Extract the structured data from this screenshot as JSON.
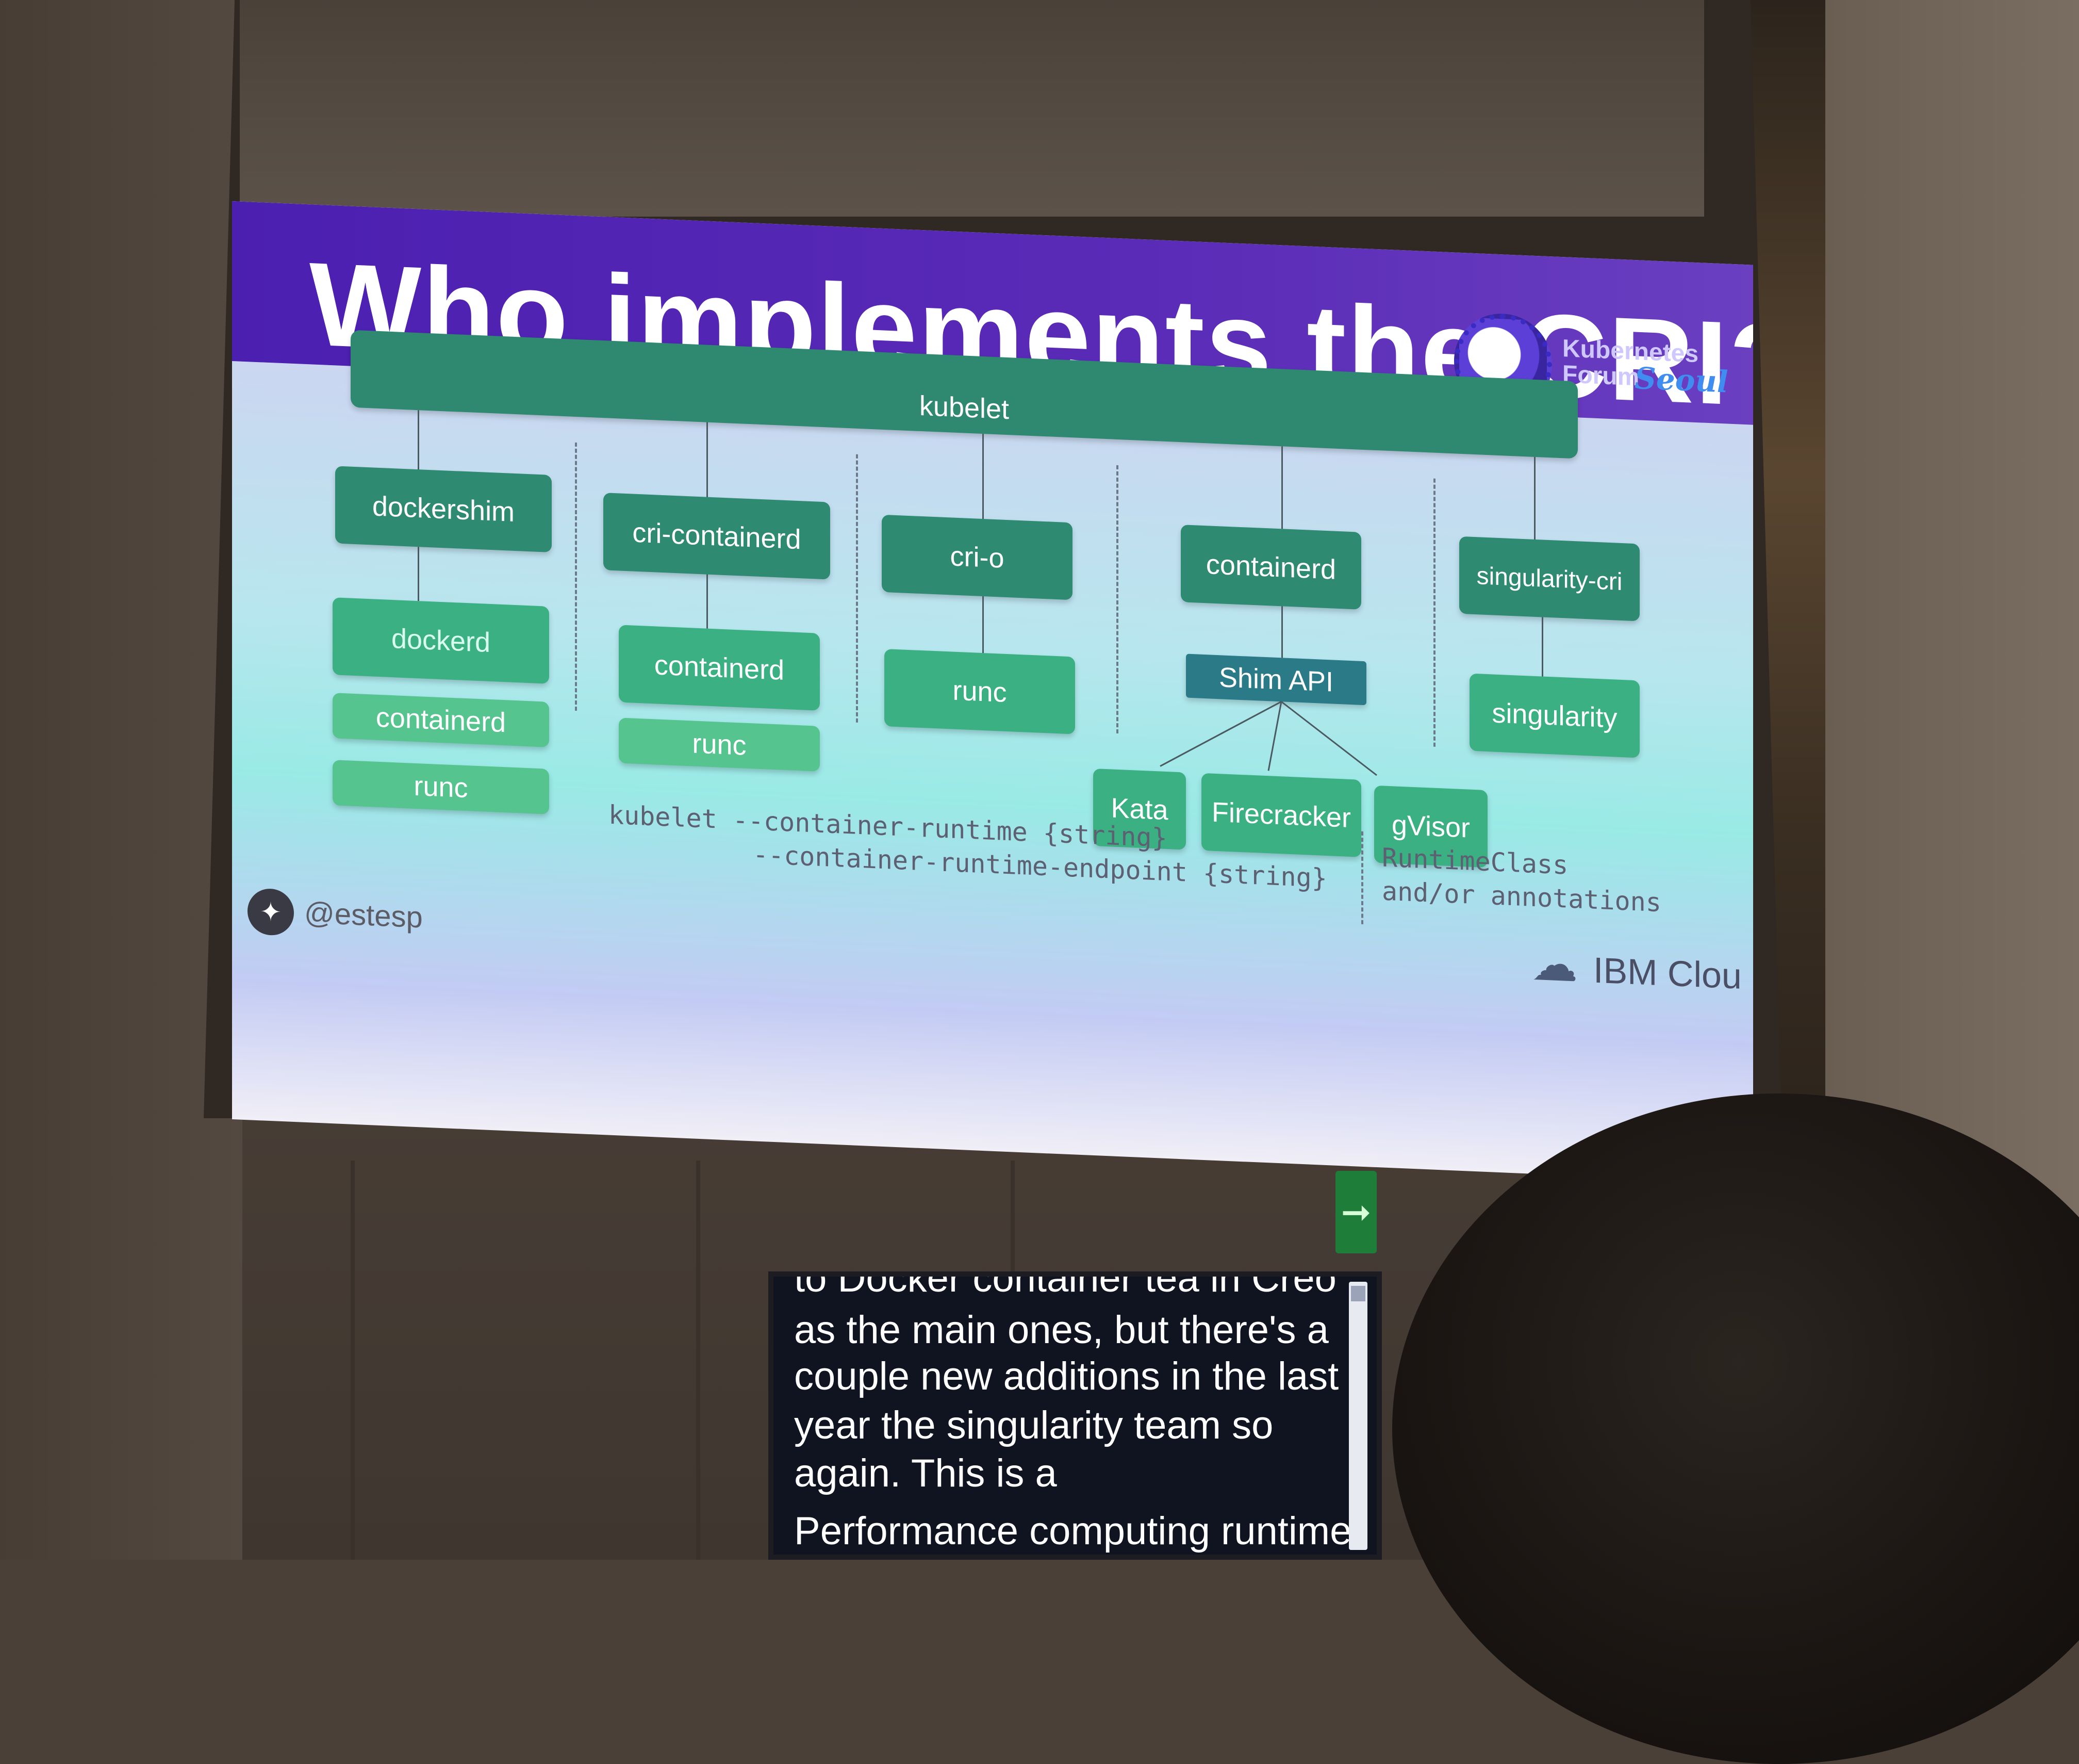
{
  "slide": {
    "title": "Who implements the CRI?",
    "conference": {
      "line1": "Kubernetes",
      "line2": "Forum",
      "city": "Seoul"
    },
    "kubelet": "kubelet",
    "columns": [
      {
        "top": "dockershim",
        "mid": "dockerd",
        "extra": [
          "containerd",
          "runc"
        ]
      },
      {
        "top": "cri-containerd",
        "mid": "containerd",
        "extra": [
          "runc"
        ]
      },
      {
        "top": "cri-o",
        "mid": "runc",
        "extra": []
      },
      {
        "top": "containerd",
        "mid": "Shim API",
        "extra": [
          "Kata",
          "Firecracker",
          "gVisor"
        ]
      },
      {
        "top": "singularity-cri",
        "mid": "singularity",
        "extra": []
      }
    ],
    "command": {
      "line1": "kubelet --container-runtime {string}",
      "line2": "--container-runtime-endpoint {string}"
    },
    "runtime_class": {
      "line1": "RuntimeClass",
      "line2": "and/or annotations"
    },
    "twitter_handle": "@estesp",
    "footer_brand": "IBM Clou"
  },
  "captions": {
    "lines": [
      "to Docker container tea in Creo",
      "as the main ones, but there's a",
      "couple new additions in the last",
      "year the singularity team so",
      "again. This is a",
      "Performance computing runtime"
    ]
  },
  "colors": {
    "header": "#4b1fb0",
    "node_dark": "#2e8a70",
    "node_light": "#55c48e"
  }
}
